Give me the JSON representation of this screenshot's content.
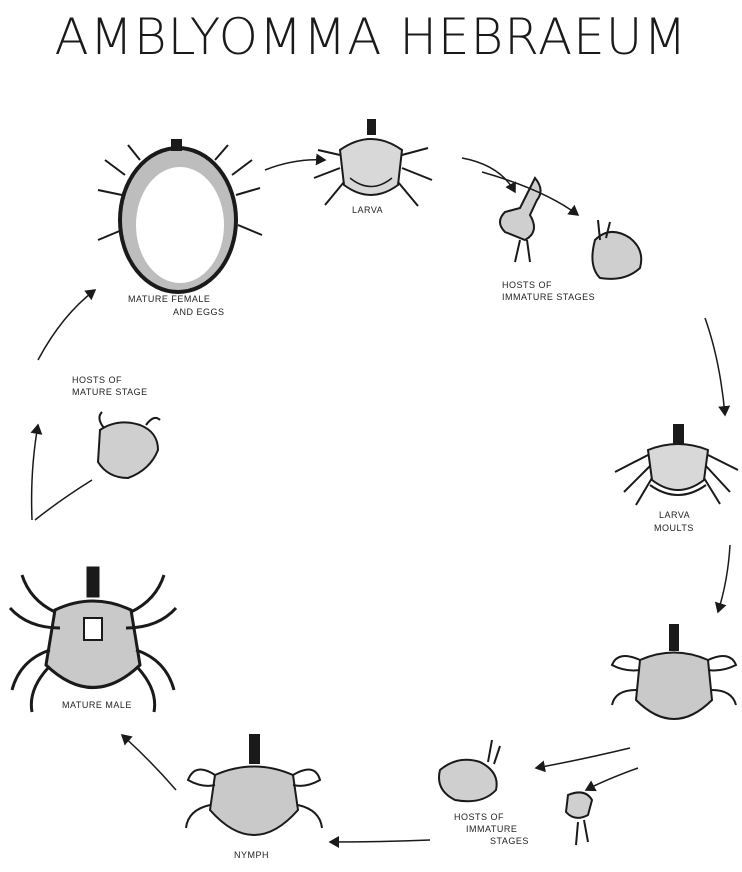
{
  "title": "AMBLYOMMA HEBRAEUM",
  "labels": {
    "mature_female": [
      "MATURE FEMALE",
      "AND EGGS"
    ],
    "larva": "LARVA",
    "hosts_immature_top": [
      "HOSTS OF",
      "IMMATURE STAGES"
    ],
    "larva_moults": [
      "LARVA",
      "MOULTS"
    ],
    "hosts_immature_bottom": [
      "HOSTS OF",
      "IMMATURE",
      "STAGES"
    ],
    "nymph": "NYMPH",
    "mature_male": "MATURE MALE",
    "hosts_mature": [
      "HOSTS OF",
      "MATURE STAGE"
    ]
  },
  "colors": {
    "ink": "#1a1a1a",
    "paper": "#ffffff"
  },
  "icons": [
    "tick-female-icon",
    "tick-larva-icon",
    "bird-icon",
    "hare-icon",
    "tick-larva-moult-icon",
    "tick-nymph-icon",
    "tick-male-icon",
    "cow-head-icon"
  ]
}
